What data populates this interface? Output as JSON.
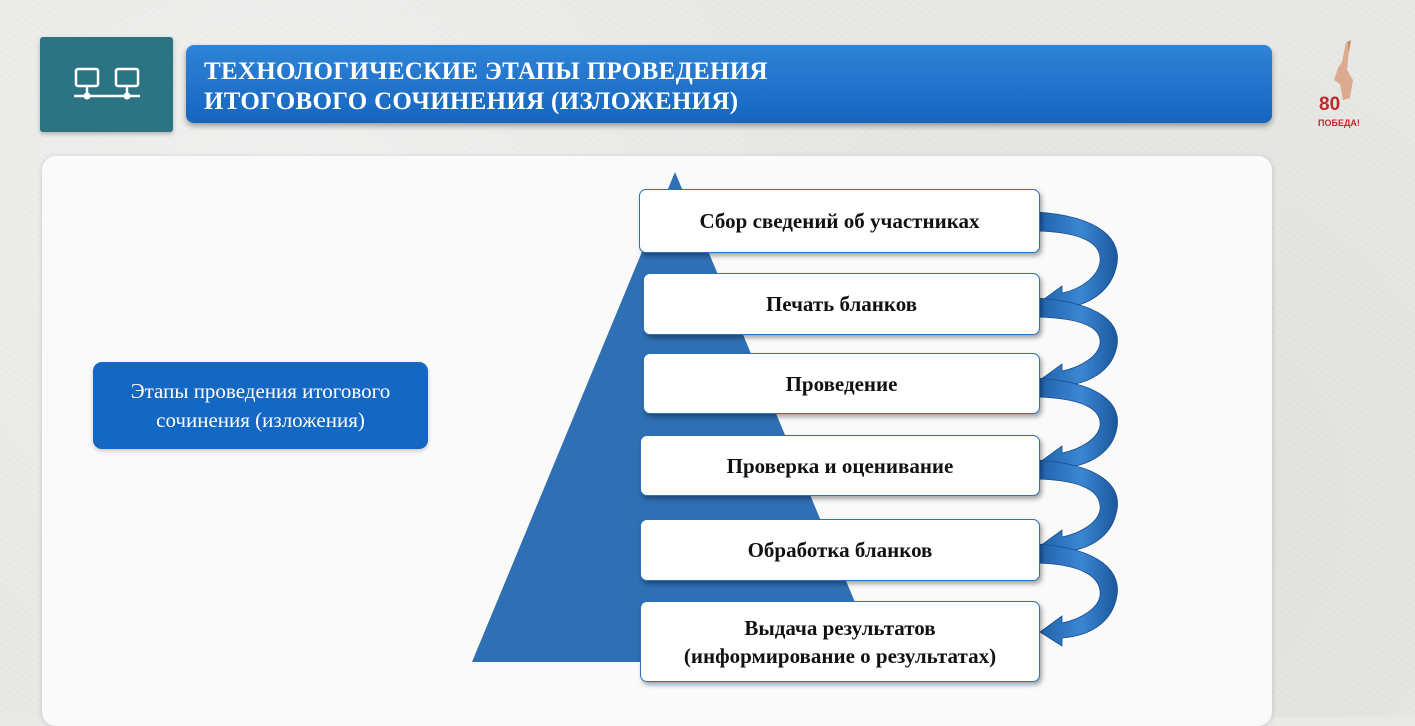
{
  "header": {
    "title_line1": "ТЕХНОЛОГИЧЕСКИЕ ЭТАПЫ ПРОВЕДЕНИЯ",
    "title_line2": "ИТОГОВОГО СОЧИНЕНИЯ (ИЗЛОЖЕНИЯ)",
    "icon": "network-icon"
  },
  "emblem": {
    "number": "80",
    "caption": "ПОБЕДА!"
  },
  "diagram": {
    "stage_label_line1": "Этапы проведения итогового",
    "stage_label_line2": "сочинения (изложения)",
    "steps": [
      {
        "line1": "Сбор сведений об участниках"
      },
      {
        "line1": "Печать бланков"
      },
      {
        "line1": "Проведение"
      },
      {
        "line1": "Проверка и оценивание"
      },
      {
        "line1": "Обработка бланков"
      },
      {
        "line1": "Выдача результатов",
        "line2": "(информирование о результатах)"
      }
    ]
  },
  "colors": {
    "accent_blue": "#1467c2",
    "pyramid_blue": "#2f6fb3",
    "arrow_blue": "#2a73c1",
    "icon_box_teal": "#2c7384",
    "emblem_red": "#c0282a"
  }
}
